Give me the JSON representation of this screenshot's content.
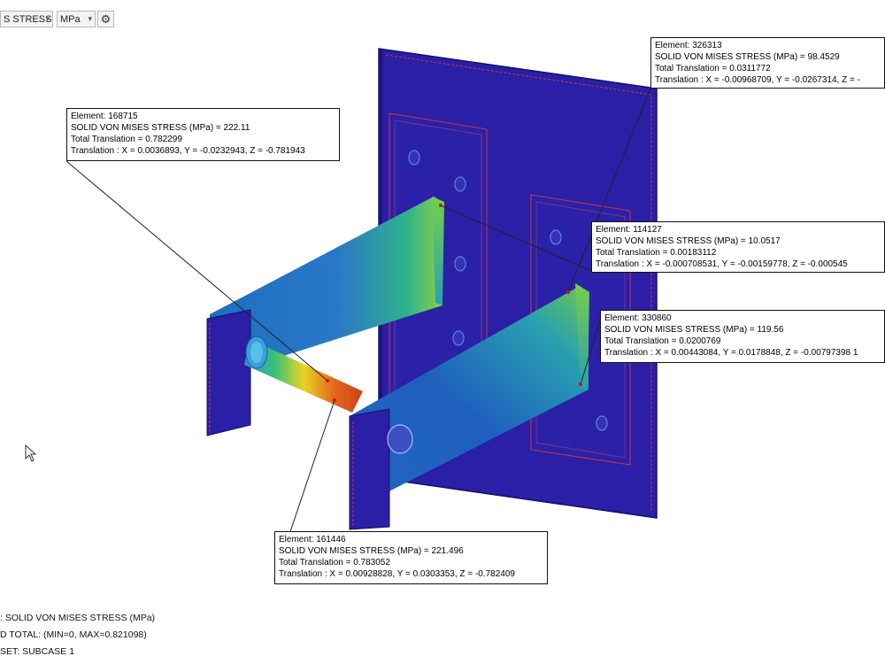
{
  "toolbar": {
    "result_type": "S STRESS",
    "unit": "MPa",
    "arrow_glyph": "▾",
    "gear_glyph": "⚙"
  },
  "callouts": [
    {
      "element": "Element: 168715",
      "stress": "SOLID VON MISES STRESS (MPa)  = 222.11",
      "total": "Total Translation = 0.782299",
      "translation": "Translation : X = 0.0036893, Y = -0.0232943, Z = -0.781943"
    },
    {
      "element": "Element: 326313",
      "stress": "SOLID VON MISES STRESS (MPa)  = 98.4529",
      "total": "Total Translation = 0.0311772",
      "translation": "Translation : X = -0.00968709, Y = -0.0267314, Z = -"
    },
    {
      "element": "Element: 114127",
      "stress": "SOLID VON MISES STRESS (MPa)  = 10.0517",
      "total": "Total Translation = 0.00183112",
      "translation": "Translation : X = -0.000708531, Y = -0.00159778, Z = -0.000545"
    },
    {
      "element": "Element: 330860",
      "stress": "SOLID VON MISES STRESS (MPa)  = 119.56",
      "total": "Total Translation = 0.0200769",
      "translation": "Translation : X = 0.00443084, Y = 0.0178848, Z = -0.00797398  1"
    },
    {
      "element": "Element: 161446",
      "stress": "SOLID VON MISES STRESS (MPa)  = 221.496",
      "total": "Total Translation = 0.783052",
      "translation": "Translation : X = 0.00928828, Y = 0.0303353, Z = -0.782409"
    }
  ],
  "legend": {
    "line1": ": SOLID VON MISES STRESS (MPa)",
    "line2": "D TOTAL: (MIN=0, MAX=0.821098)",
    "line3": "SET: SUBCASE 1"
  },
  "colors": {
    "mesh_blue": "#2a1fa6",
    "edge_red": "#d0343a",
    "stress_high": "#d63a1a",
    "stress_mid": "#e6d21e",
    "stress_low": "#2bb56a"
  }
}
